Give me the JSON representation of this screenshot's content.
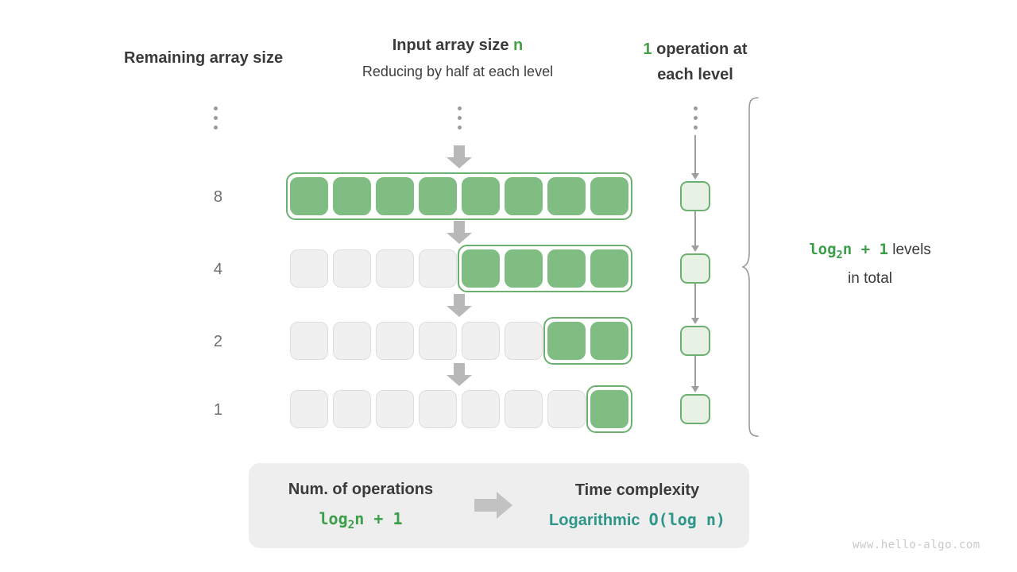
{
  "headers": {
    "remaining_label": "Remaining array size",
    "input_title_prefix": "Input array size ",
    "input_title_var": "n",
    "input_subtitle": "Reducing by half at each level",
    "op_count": "1",
    "op_text_line1": " operation at",
    "op_text_line2": "each level"
  },
  "colors": {
    "accent_green": "#46a046",
    "cell_green": "#7fbd83",
    "border_green": "#6cb06f",
    "op_box_fill": "#e7f2e5",
    "idle_cell": "#f0f0f0",
    "idle_border": "#dcdcdc",
    "arrow_gray": "#b8b8b8",
    "teal": "#2f9589",
    "panel_bg": "#eeeeee",
    "text_dark": "#3a3a3a",
    "label_gray": "#6e6e6e"
  },
  "diagram": {
    "total_cells": 8,
    "rows": [
      {
        "label": "8",
        "active_start": 0,
        "active_count": 8
      },
      {
        "label": "4",
        "active_start": 4,
        "active_count": 4
      },
      {
        "label": "2",
        "active_start": 6,
        "active_count": 2
      },
      {
        "label": "1",
        "active_start": 7,
        "active_count": 1
      }
    ],
    "ellipsis_dots": 3,
    "down_arrows": 4,
    "op_boxes": 4
  },
  "annotation": {
    "levels_formula": "log",
    "levels_sub": "2",
    "levels_rest": "n + 1",
    "levels_text": " levels",
    "levels_line2": "in total"
  },
  "summary": {
    "left_title": "Num. of operations",
    "left_value_prefix": "log",
    "left_value_sub": "2",
    "left_value_rest": "n + 1",
    "right_title": "Time complexity",
    "right_value_word": "Logarithmic",
    "right_value_bigo": "O(log n)"
  },
  "watermark": "www.hello-algo.com"
}
